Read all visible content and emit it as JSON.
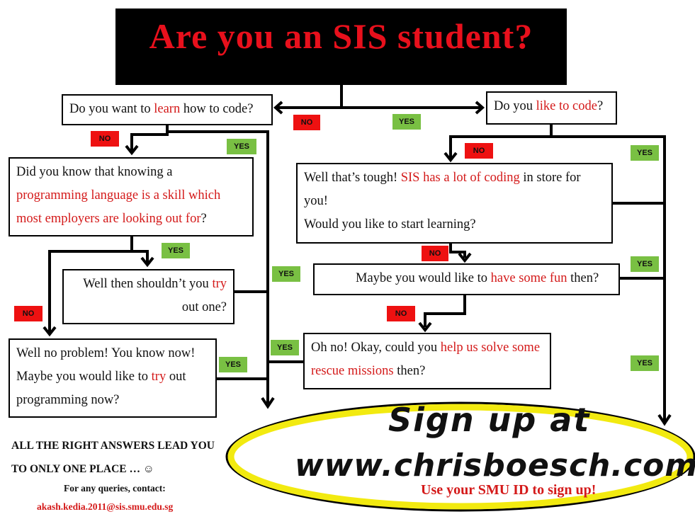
{
  "title": "Are you an SIS student?",
  "boxes": {
    "learn_code": {
      "pre": "Do you want to ",
      "red": "learn",
      "post": " how to code?"
    },
    "like_code": {
      "pre": "Do you ",
      "red": "like to code",
      "post": "?"
    },
    "did_you_know": {
      "pre": "Did you know that knowing a ",
      "red": "programming language is a skill which most employers are looking out for",
      "post": "?"
    },
    "try_one": {
      "pre": "Well then shouldn’t you ",
      "red": "try",
      "post": " out one?"
    },
    "no_problem": {
      "pre": "Well no problem! You know now! Maybe you would like to ",
      "red": "try",
      "post": " out programming now?"
    },
    "tough": {
      "pre": "Well that’s tough! ",
      "red": "SIS has a lot of coding",
      "post": " in store for you!",
      "line2": "Would you like to start learning?"
    },
    "fun": {
      "pre": "Maybe you would like to ",
      "red": "have some fun",
      "post": " then?"
    },
    "rescue": {
      "pre": "Oh no! Okay, could you ",
      "red": "help us solve some rescue missions",
      "post": " then?"
    }
  },
  "tags": {
    "no": "NO",
    "yes": "YES"
  },
  "footer": {
    "main": "ALL THE RIGHT ANSWERS LEAD YOU TO ONLY ONE PLACE … ☺",
    "contact": "For any queries, contact:",
    "email": "akash.kedia.2011@sis.smu.edu.sg"
  },
  "signup": {
    "line1": "Sign up at",
    "url": "www.chrisboesch.com",
    "note": "Use your SMU ID to sign up!"
  },
  "colors": {
    "red_text": "#d41a1a",
    "no_tag": "#ee1111",
    "yes_tag": "#79c043",
    "ellipse": "#f2ea10",
    "title_bg": "#000000"
  }
}
